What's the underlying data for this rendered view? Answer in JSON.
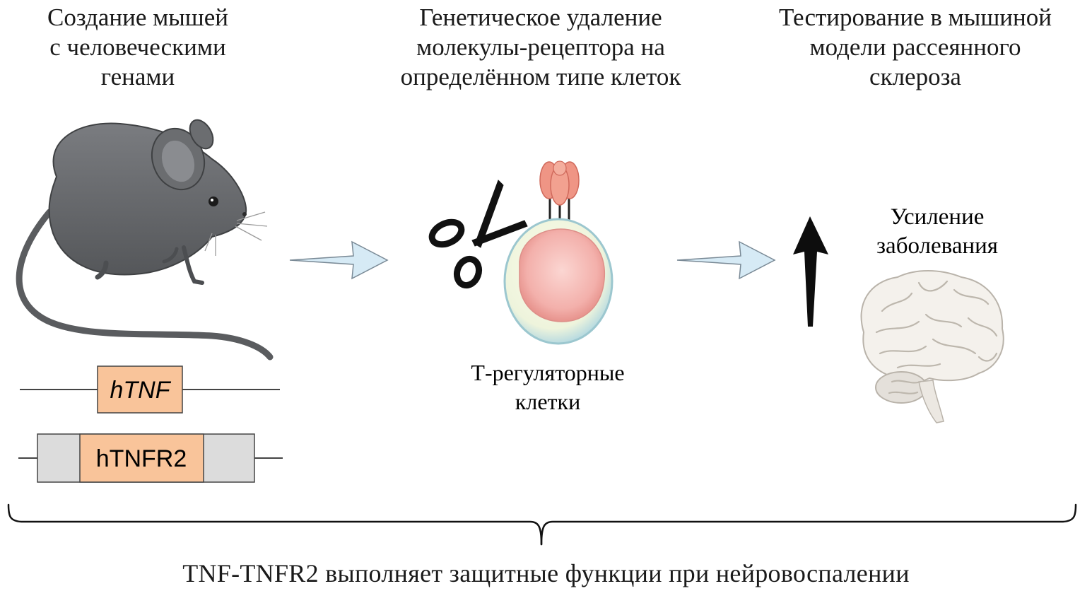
{
  "steps": [
    {
      "title_lines": [
        "Создание мышей",
        "с человеческими",
        "генами"
      ]
    },
    {
      "title_lines": [
        "Генетическое удаление",
        "молекулы-рецептора на",
        "определённом типе клеток"
      ]
    },
    {
      "title_lines": [
        "Тестирование в мышиной",
        "модели рассеянного",
        "склероза"
      ]
    }
  ],
  "genes": {
    "gene1": "hTNF",
    "gene2": "hTNFR2"
  },
  "cell_label_lines": [
    "Т-регуляторные",
    "клетки"
  ],
  "outcome_label_lines": [
    "Усиление",
    "заболевания"
  ],
  "conclusion": "TNF-TNFR2 выполняет защитные функции при нейровоспалении",
  "icons": {
    "mouse": "mouse-icon",
    "scissors": "scissors-icon",
    "cell": "t-cell-icon",
    "arrow": "arrow-right-icon",
    "up_arrow": "arrow-up-icon",
    "brain": "brain-icon"
  },
  "colors": {
    "gene_box": "#f9c49a",
    "gene_flank": "#dcdcdc",
    "arrow_fill": "#d6eaf5",
    "cell_fill": "#f4b6b2",
    "receptor": "#e98a7e",
    "mouse": "#6b6d70"
  }
}
